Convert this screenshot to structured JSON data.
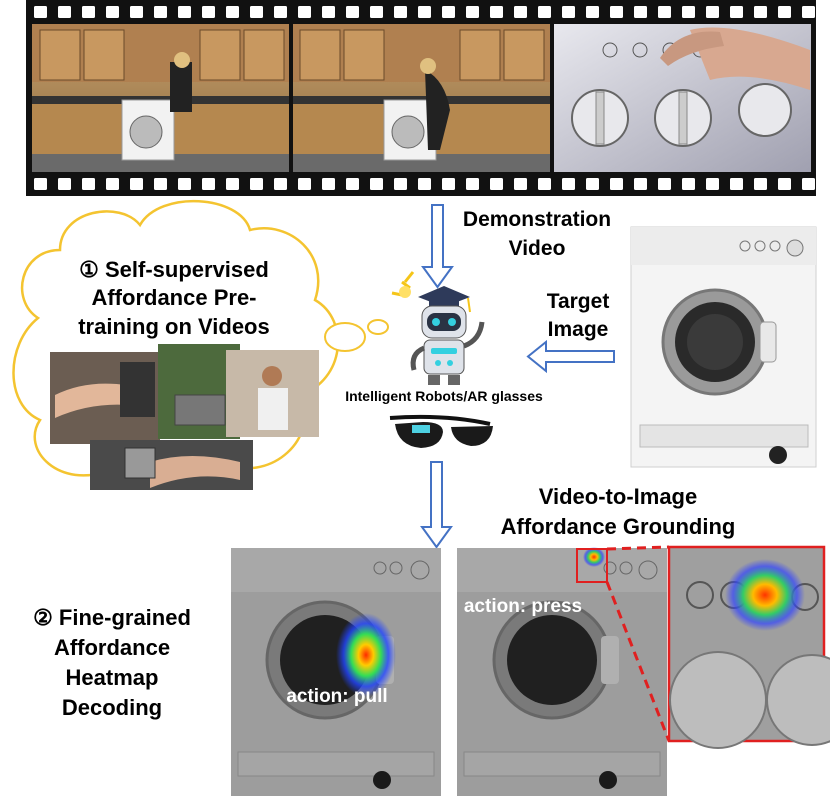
{
  "labels": {
    "demo_line1": "Demonstration",
    "demo_line2": "Video",
    "target_line1": "Target",
    "target_line2": "Image",
    "robot_caption": "Intelligent Robots/AR glasses",
    "pretrain_line1": "① Self-supervised",
    "pretrain_line2": "Affordance Pre-",
    "pretrain_line3": "training on Videos",
    "grounding_line1": "Video-to-Image",
    "grounding_line2": "Affordance Grounding",
    "decoding_line1": "② Fine-grained",
    "decoding_line2": "Affordance",
    "decoding_line3": "Heatmap",
    "decoding_line4": "Decoding",
    "action_pull": "action: pull",
    "action_press": "action: press"
  },
  "colors": {
    "arrow_blue": "#4472c4",
    "cloud_yellow": "#f4c430",
    "zoom_red": "#e02020",
    "filmstrip": "#111111"
  }
}
